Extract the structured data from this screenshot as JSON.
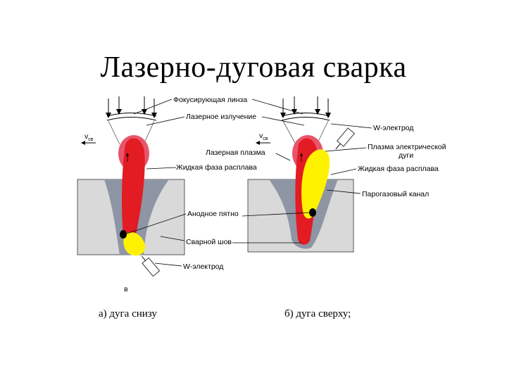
{
  "title": "Лазерно-дуговая сварка",
  "labels": {
    "lens": "Фокусирующая линза",
    "laser_beam": "Лазерное излучение",
    "velocity_v": "v",
    "velocity_sub": "св",
    "w_electrode_top": "W-электрод",
    "arc_plasma_line1": "Плазма электрической",
    "arc_plasma_line2": "дуги",
    "laser_plasma": "Лазерная плазма",
    "liquid_phase_left": "Жидкая фаза расплава",
    "liquid_phase_right": "Жидкая фаза расплава",
    "vapor_channel": "Парогазовый канал",
    "anode_spot": "Анодное пятно",
    "weld_seam": "Сварной шов",
    "w_electrode_bottom": "W-электрод",
    "fig_letter": "в"
  },
  "captions": {
    "left": "а) дуга снизу",
    "right": "б) дуга сверху;"
  },
  "colors": {
    "red": "#e31b23",
    "pink": "#e8556a",
    "yellow": "#fff200",
    "gray_workpiece": "#d9d9d9",
    "gray_melt": "#8e95a5"
  }
}
